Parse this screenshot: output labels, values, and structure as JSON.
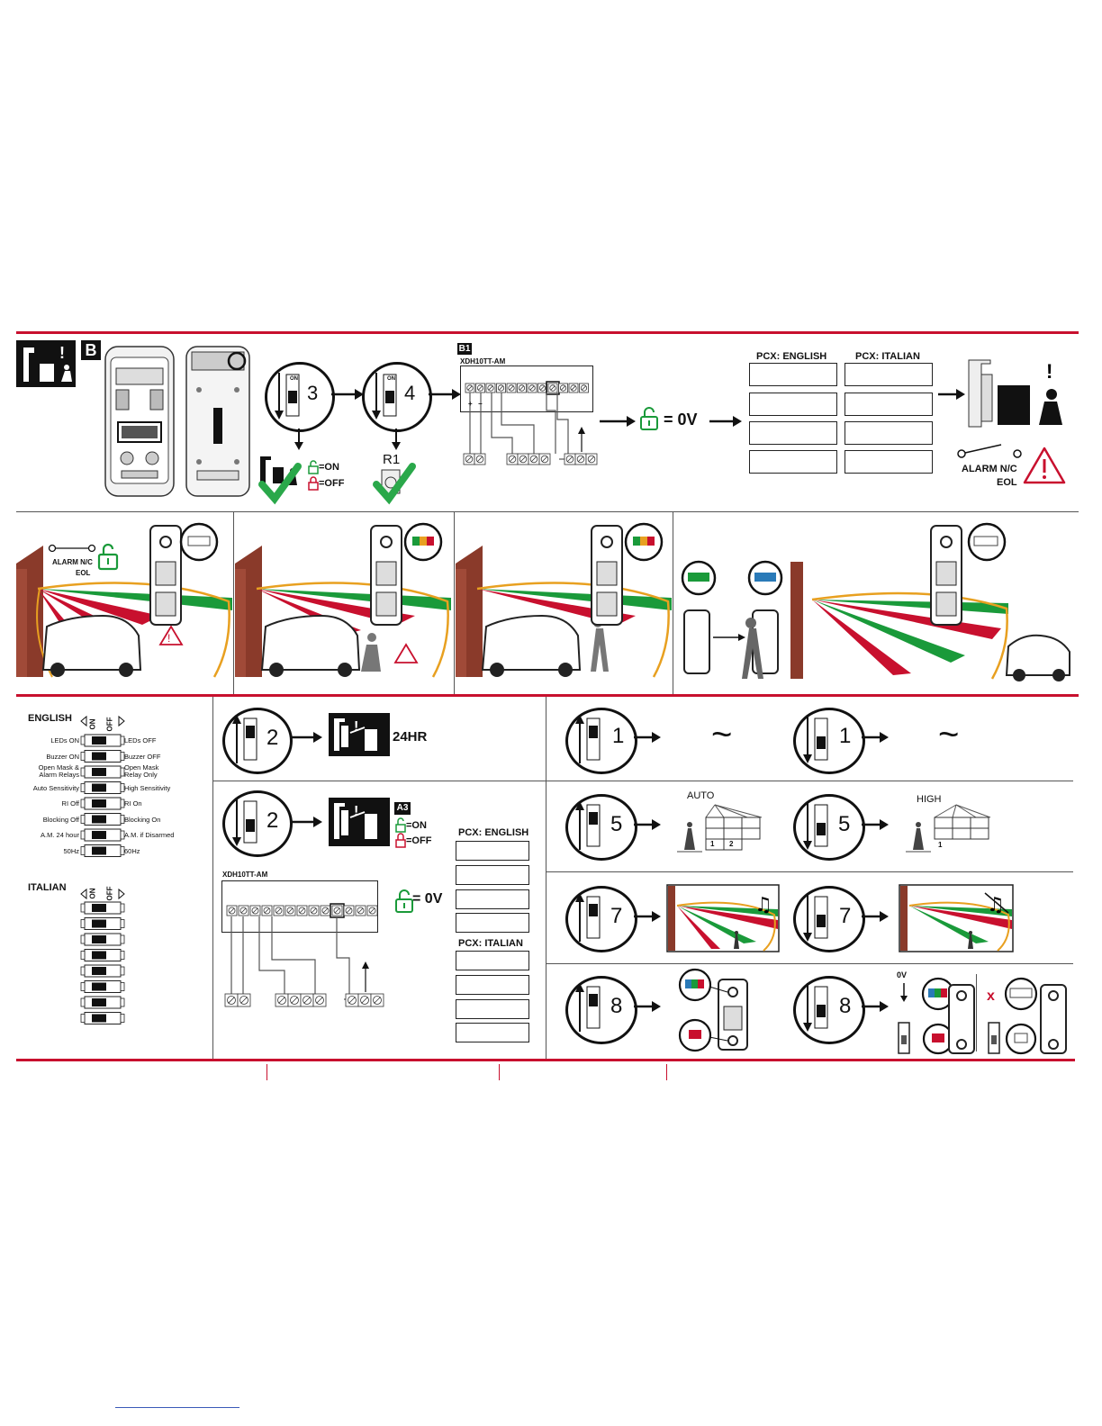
{
  "section_b": {
    "badge": "B",
    "b1_badge": "B1",
    "model": "XDH10TT-AM",
    "switch3": "3",
    "switch4": "4",
    "switch_on": "ON",
    "on_text": "=ON",
    "off_text": "=OFF",
    "r1": "R1",
    "zero_v": "= 0V",
    "pcx_english": "PCX: ENGLISH",
    "pcx_italian": "PCX: ITALIAN",
    "alarm_nc": "ALARM N/C",
    "eol": "EOL",
    "plus": "+",
    "minus": "−"
  },
  "row2": {
    "alarm_nc": "ALARM N/C",
    "eol": "EOL"
  },
  "dip": {
    "english": "ENGLISH",
    "italian": "ITALIAN",
    "on": "ON",
    "off": "OFF",
    "left_labels": [
      "LEDs ON",
      "Buzzer ON",
      "Open Mask &\nAlarm Relays",
      "Auto Sensitivity",
      "RI  Off",
      "Blocking Off",
      "A.M. 24 hour",
      "50Hz"
    ],
    "right_labels": [
      "LEDs OFF",
      "Buzzer OFF",
      "Open Mask\nRelay Only",
      "High Sensitivity",
      "RI  On",
      "Blocking On",
      "A.M. if Disarmed",
      "60Hz"
    ]
  },
  "mid": {
    "switch2": "2",
    "hr24": "24HR",
    "a3": "A3",
    "on_text": "=ON",
    "off_text": "=OFF",
    "model": "XDH10TT-AM",
    "zero_v": "= 0V",
    "pcx_english": "PCX: ENGLISH",
    "pcx_italian": "PCX: ITALIAN"
  },
  "right": {
    "switch1": "1",
    "switch5": "5",
    "switch7": "7",
    "switch8": "8",
    "tilde": "~",
    "auto": "AUTO",
    "high": "HIGH",
    "zero_v": "0V",
    "x_mark": "x",
    "n1": "1",
    "n2": "2"
  },
  "colors": {
    "red": "#c8102e",
    "green": "#1a9a3a",
    "orange": "#e8a020",
    "blue": "#2a7ab8"
  }
}
